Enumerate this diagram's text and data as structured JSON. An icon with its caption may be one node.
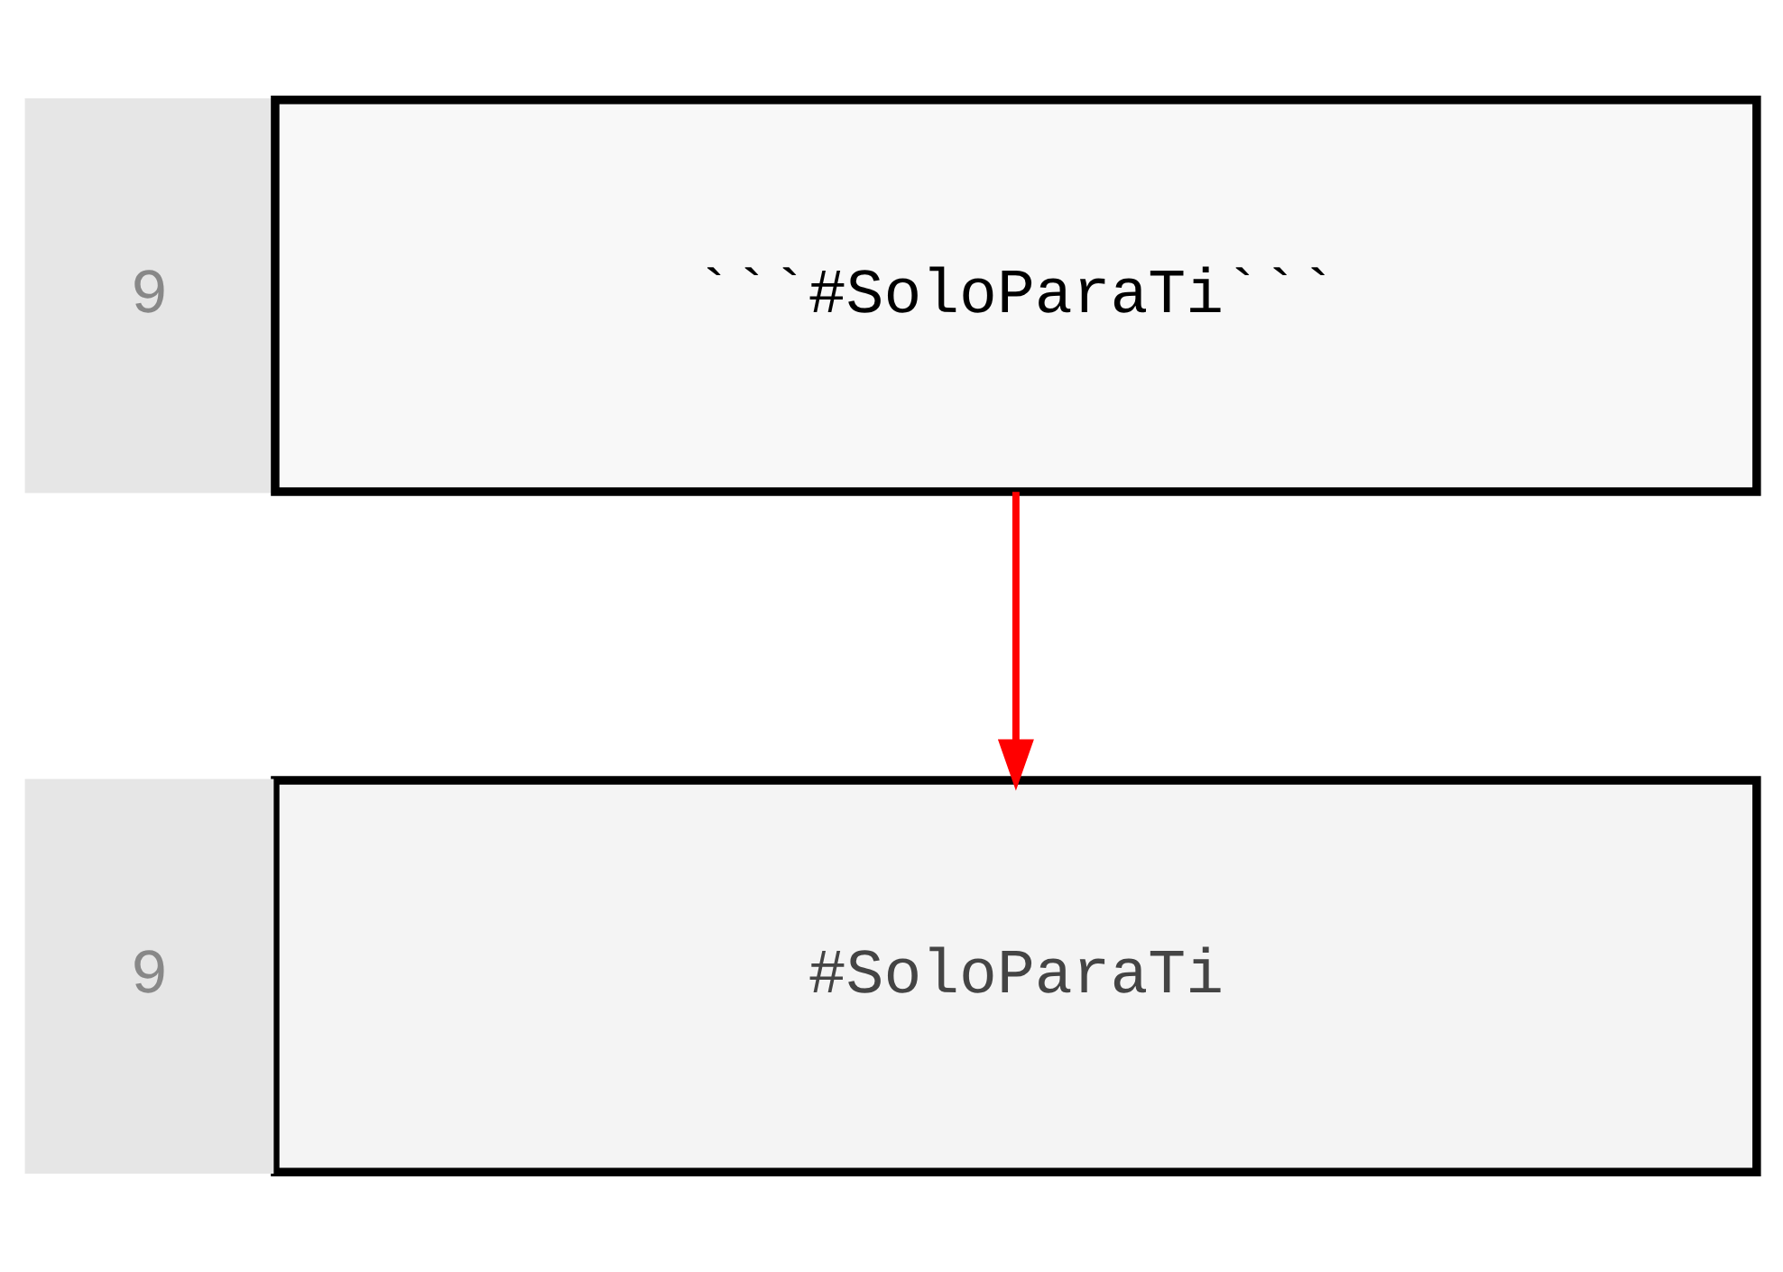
{
  "diagram": {
    "nodes": [
      {
        "text": [
          "9"
        ]
      },
      {
        "text": [
          "```#SoloParaTi```"
        ]
      },
      {
        "text": [
          "9"
        ]
      },
      {
        "text": [
          "#SoloParaTi"
        ]
      }
    ],
    "edges": [
      {
        "from": 1,
        "to": 3,
        "arrow": "to",
        "color": "#ff0000"
      }
    ]
  }
}
